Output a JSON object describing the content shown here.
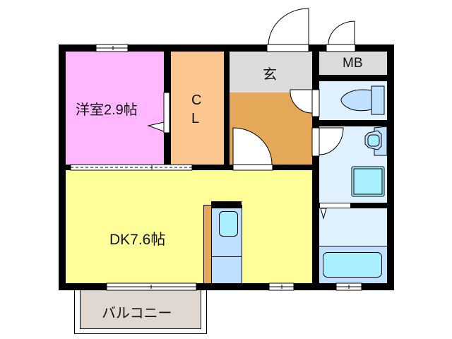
{
  "floorplan": {
    "rooms": {
      "western_room": {
        "label": "洋室2.9帖",
        "color": "#ffb8ff"
      },
      "closet": {
        "label_line1": "C",
        "label_line2": "L",
        "color": "#fbc690"
      },
      "entrance": {
        "label": "玄",
        "color": "#dcdcdc"
      },
      "entrance_floor": {
        "color": "#e4a858"
      },
      "meter_box": {
        "label": "MB",
        "color": "#dcdcdc"
      },
      "toilet": {
        "color": "#dff0ff"
      },
      "washroom": {
        "color": "#dff0ff"
      },
      "bathroom": {
        "color": "#dff0ff"
      },
      "dining_kitchen": {
        "label": "DK7.6帖",
        "color": "#ffff99"
      },
      "balcony": {
        "label": "バルコニー",
        "color": "#e0d8d0"
      }
    },
    "colors": {
      "wall": "#000000",
      "fixture_blue": "#bfe0ff",
      "fixture_cyan": "#a8f0ff",
      "counter": "#e4a858"
    }
  }
}
